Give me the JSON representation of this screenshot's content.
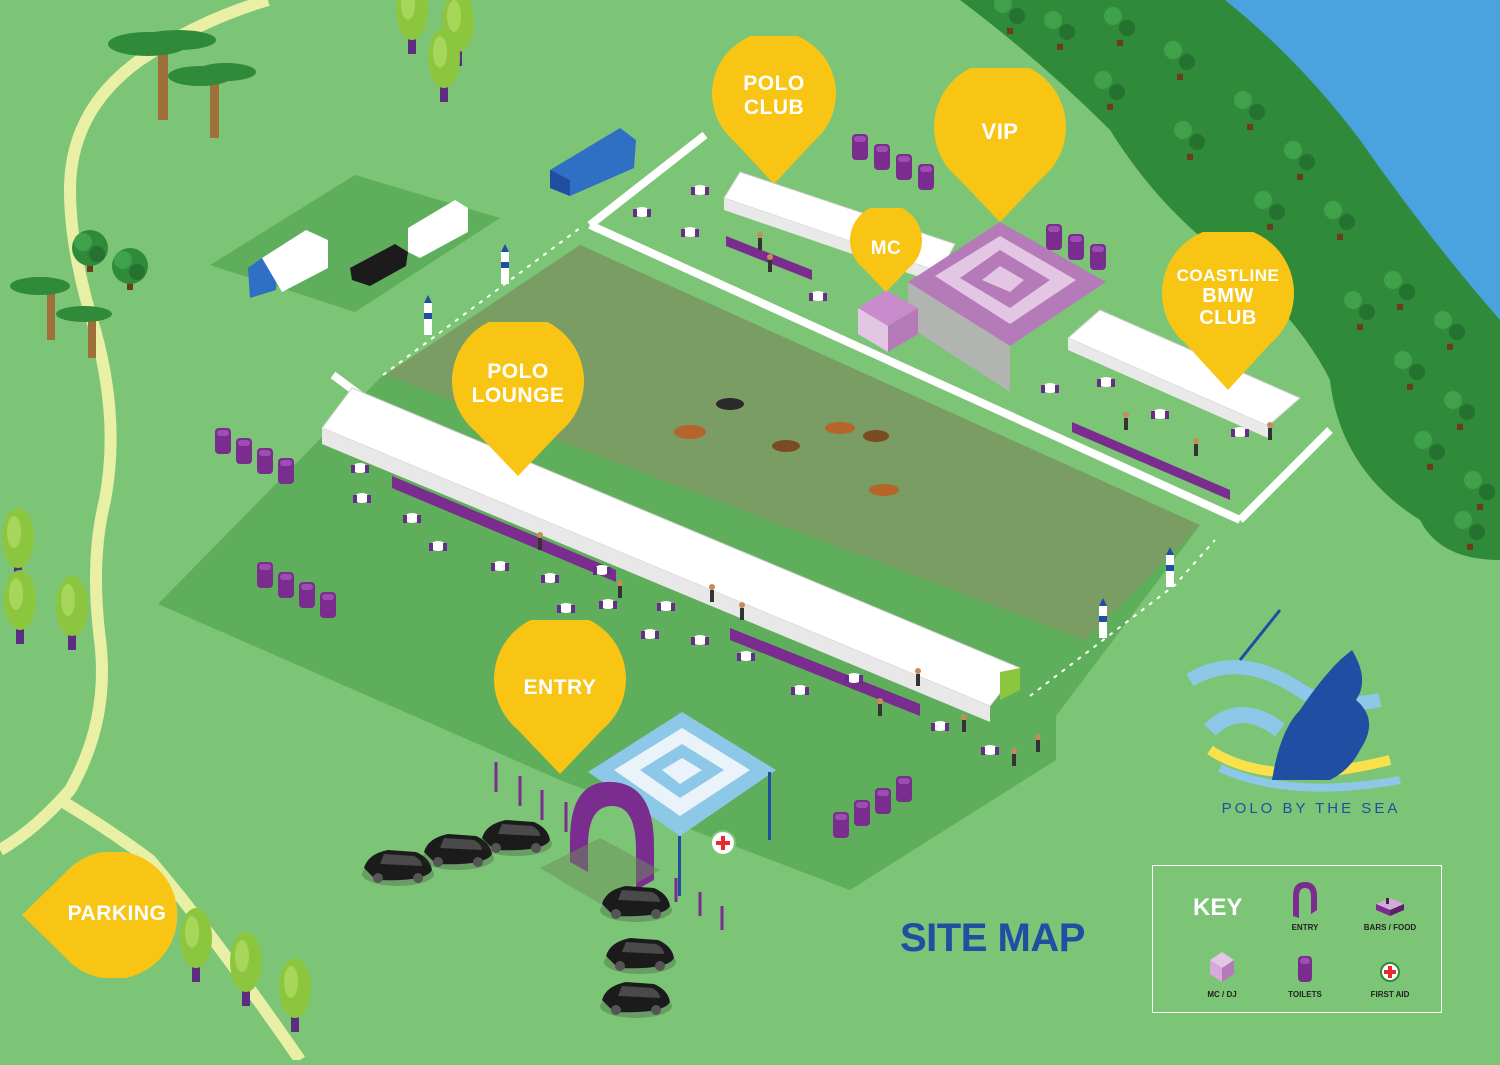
{
  "title": "SITE MAP",
  "brand": {
    "name": "POLO BY THE SEA"
  },
  "pins": {
    "polo_club": {
      "line1": "POLO",
      "line2": "CLUB"
    },
    "vip": {
      "label": "VIP"
    },
    "mc": {
      "label": "MC"
    },
    "coastline": {
      "line1": "COASTLINE",
      "line2": "BMW",
      "line3": "CLUB"
    },
    "polo_lounge": {
      "line1": "POLO",
      "line2": "LOUNGE"
    },
    "entry": {
      "label": "ENTRY"
    },
    "parking": {
      "label": "PARKING"
    }
  },
  "key": {
    "title": "KEY",
    "items": [
      {
        "label": "ENTRY",
        "icon": "entry-arch-icon"
      },
      {
        "label": "BARS / FOOD",
        "icon": "bar-counter-icon"
      },
      {
        "label": "MC / DJ",
        "icon": "mc-booth-icon"
      },
      {
        "label": "TOILETS",
        "icon": "toilet-icon"
      },
      {
        "label": "FIRST AID",
        "icon": "first-aid-icon"
      }
    ]
  },
  "colors": {
    "grass": "#7cc576",
    "lawn": "#5fae5b",
    "field": "#7a9d63",
    "water": "#4aa3df",
    "path": "#e9f0a6",
    "pin": "#f9c514",
    "purple": "#7a2c8f",
    "brand_blue": "#1f4ea3"
  }
}
